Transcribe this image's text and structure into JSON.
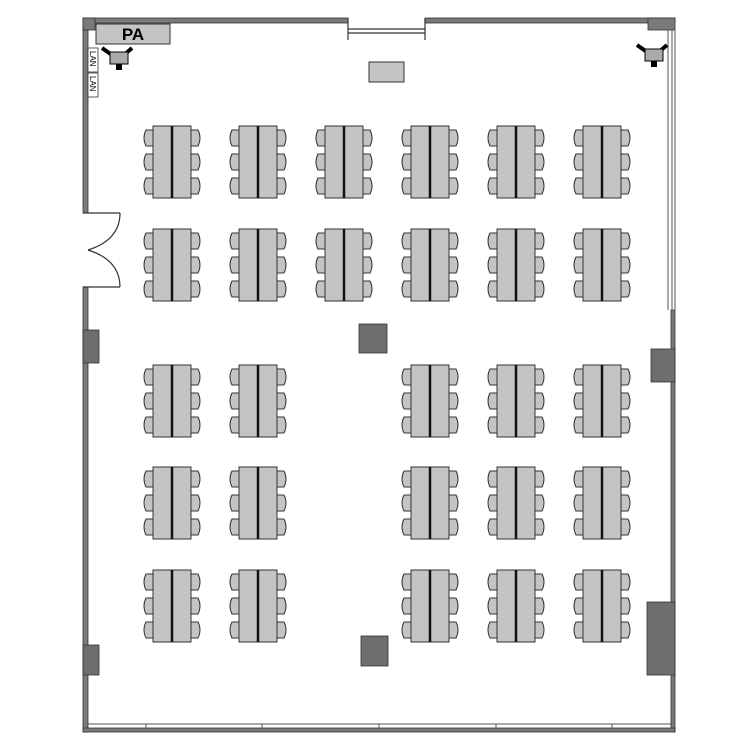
{
  "labels": {
    "pa": "PA",
    "lan_1": "LAN",
    "lan_2": "LAN"
  },
  "colors": {
    "wall": "#7a7a7a",
    "column": "#6e6e6e",
    "table": "#c4c4c4",
    "outline": "#222222"
  }
}
